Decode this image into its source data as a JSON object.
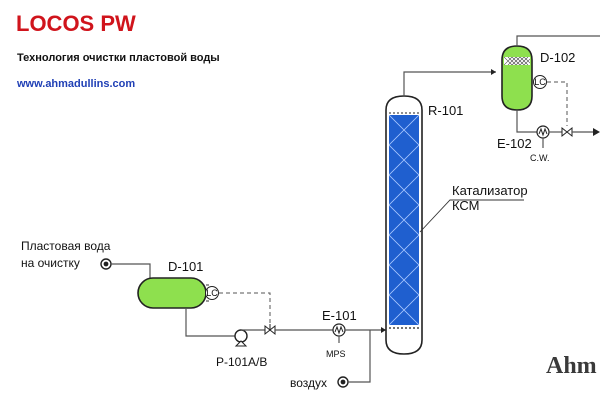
{
  "header": {
    "title": "LOCOS PW",
    "subtitle": "Технология очистки пластовой воды",
    "website": "www.ahmadullins.com"
  },
  "streams": {
    "feed": "Пластовая вода на очистку",
    "air": "воздух"
  },
  "equipment": {
    "d101": "D-101",
    "p101": "P-101A/B",
    "e101": "E-101",
    "mps": "MPS",
    "r101": "R-101",
    "catalyst": "Катализатор КСМ",
    "d102": "D-102",
    "e102": "E-102",
    "cw": "C.W.",
    "lc": "LC"
  },
  "watermark": "Ahm",
  "colors": {
    "title_red": "#d0141c",
    "link_blue": "#1f3fb5",
    "vessel_green": "#8ee04e",
    "reactor_blue": "#1f5fcf"
  }
}
